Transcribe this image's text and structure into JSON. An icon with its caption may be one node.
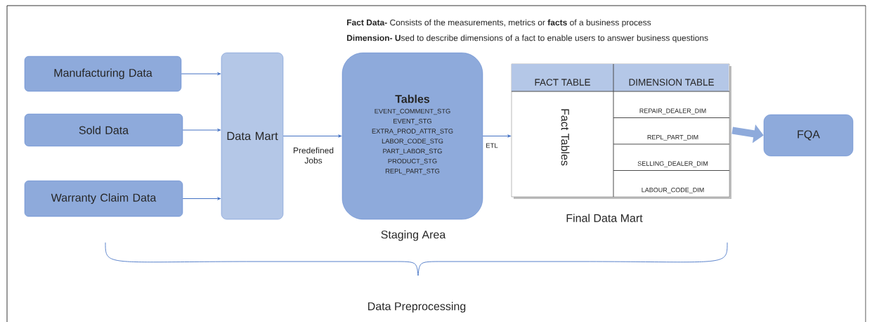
{
  "diagram": {
    "nodes": [
      {
        "text": [
          "Manufacturing Data"
        ]
      },
      {
        "text": [
          "Sold Data"
        ]
      },
      {
        "text": [
          "Warranty Claim Data"
        ]
      },
      {
        "text": [
          "Data Mart"
        ]
      },
      {
        "text": [
          "Tables",
          "EVENT_COMMENT_STG",
          "EVENT_STG",
          "EXTRA_PROD_ATTR_STG",
          "LABOR_CODE_STG",
          "PART_LABOR_STG",
          "PRODUCT_STG",
          "REPL_PART_STG"
        ],
        "beside": [
          "Staging Area"
        ]
      },
      {
        "text": [
          "FACT TABLE",
          "DIMENSION TABLE",
          "Fact Tables",
          "REPAIR_DEALER_DIM",
          "REPL_PART_DIM",
          "SELLING_DEALER_DIM",
          "LABOUR_CODE_DIM"
        ],
        "beside": [
          "Final Data Mart"
        ]
      },
      {
        "text": [
          "FQA"
        ]
      }
    ],
    "edges": [
      {
        "from": 0,
        "to": 3,
        "arrow": "to"
      },
      {
        "from": 1,
        "to": 3,
        "arrow": "to"
      },
      {
        "from": 2,
        "to": 3,
        "arrow": "to"
      },
      {
        "from": 3,
        "to": 4,
        "arrow": "to",
        "label": "Predefined Jobs"
      },
      {
        "from": 4,
        "to": 5,
        "arrow": "to",
        "label": "ETL"
      },
      {
        "from": 5,
        "to": 6,
        "arrow": "to",
        "style": "thick"
      }
    ],
    "labels": [
      "**Fact Data-** Consists of the measurements, metrics or **facts** of a business process",
      "**Dimension- U**sed to describe dimensions of a fact to enable users to answer business questions",
      "Data Preprocessing"
    ]
  }
}
